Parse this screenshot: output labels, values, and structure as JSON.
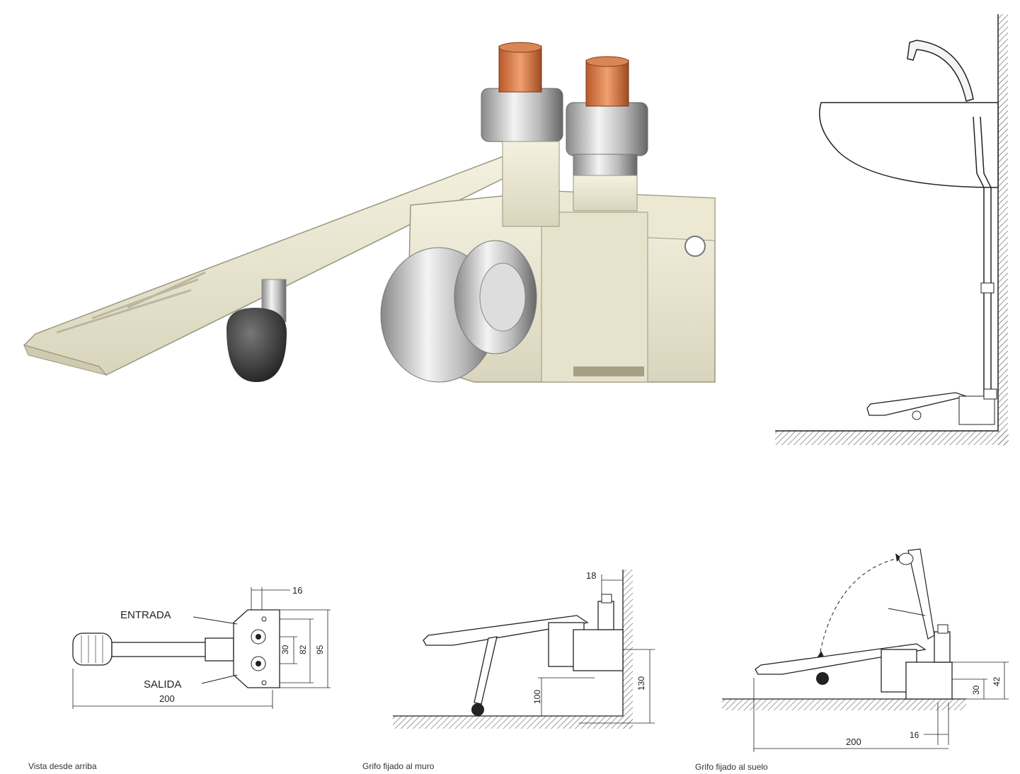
{
  "top_view": {
    "entrada_label": "ENTRADA",
    "salida_label": "SALIDA",
    "dim_16": "16",
    "dim_30": "30",
    "dim_82": "82",
    "dim_95": "95",
    "dim_200": "200",
    "caption": "Vista desde arriba"
  },
  "wall_mount": {
    "dim_18": "18",
    "dim_100": "100",
    "dim_130": "130",
    "caption": "Grifo fijado al muro"
  },
  "floor_mount": {
    "dim_30": "30",
    "dim_42": "42",
    "dim_16": "16",
    "dim_200": "200",
    "caption": "Grifo fijado al suelo"
  }
}
